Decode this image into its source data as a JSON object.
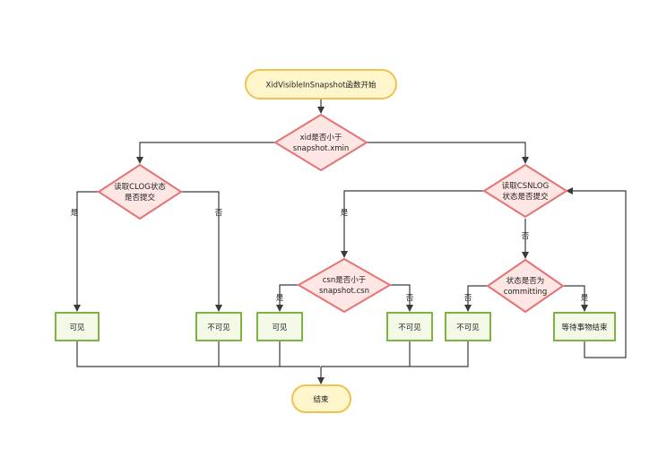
{
  "nodes": {
    "start": "XidVisibleInSnapshot函数开始",
    "d_xmin": [
      "xid是否小于",
      "snapshot.xmin"
    ],
    "d_clog": [
      "读取CLOG状态",
      "是否提交"
    ],
    "d_csnlog": [
      "读取CSNLOG",
      "状态是否提交"
    ],
    "d_csn": [
      "csn是否小于",
      "snapshot.csn"
    ],
    "d_committing": [
      "状态是否为",
      "committing"
    ],
    "p_visible_1": "可见",
    "p_invisible_1": "不可见",
    "p_visible_2": "可见",
    "p_invisible_2": "不可见",
    "p_invisible_3": "不可见",
    "p_wait": "等待事物结束",
    "end": "结束"
  },
  "edge_labels": {
    "clog_yes": "是",
    "clog_no": "否",
    "csnlog_yes": "是",
    "csnlog_no": "否",
    "csn_yes": "是",
    "csn_no": "否",
    "committing_no": "否",
    "committing_yes": "是"
  }
}
